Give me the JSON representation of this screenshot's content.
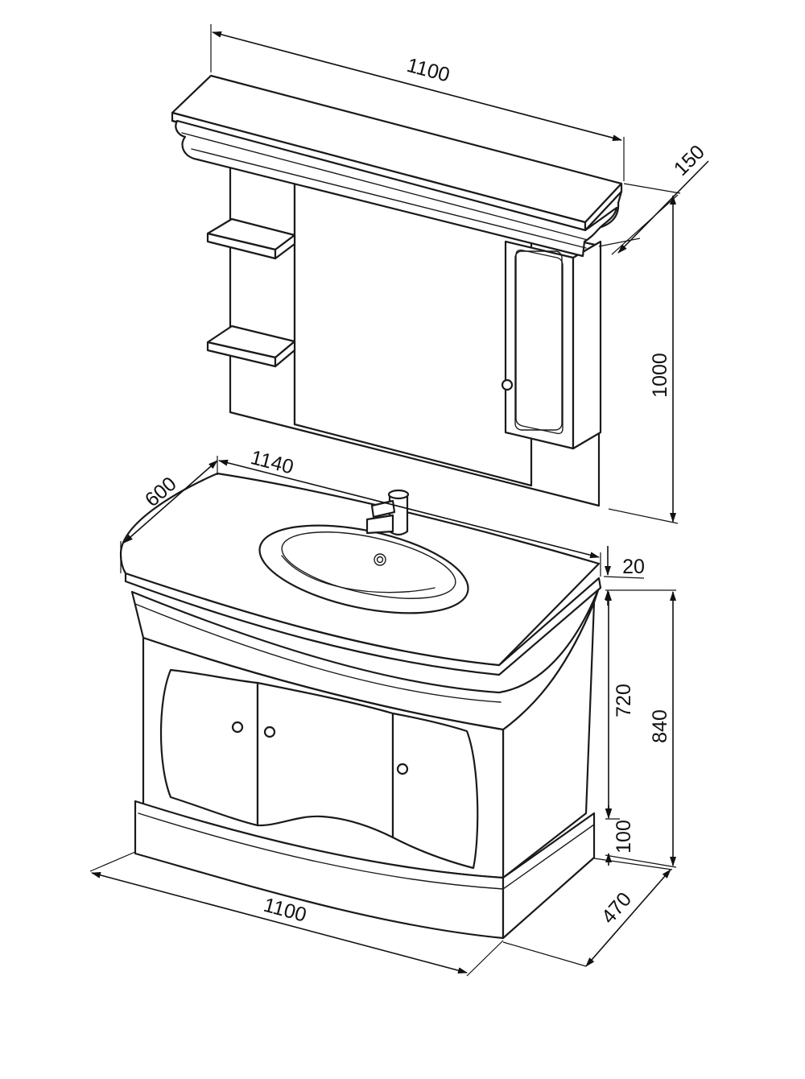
{
  "dimensions": {
    "mirror_width": "1100",
    "mirror_depth": "150",
    "mirror_height": "1000",
    "countertop_width": "1140",
    "countertop_depth": "600",
    "countertop_thickness": "20",
    "cabinet_height": "720",
    "total_height": "840",
    "plinth_height": "100",
    "cabinet_width": "1100",
    "cabinet_depth": "470"
  },
  "colors": {
    "line": "#1a1a1a",
    "background": "#ffffff"
  }
}
